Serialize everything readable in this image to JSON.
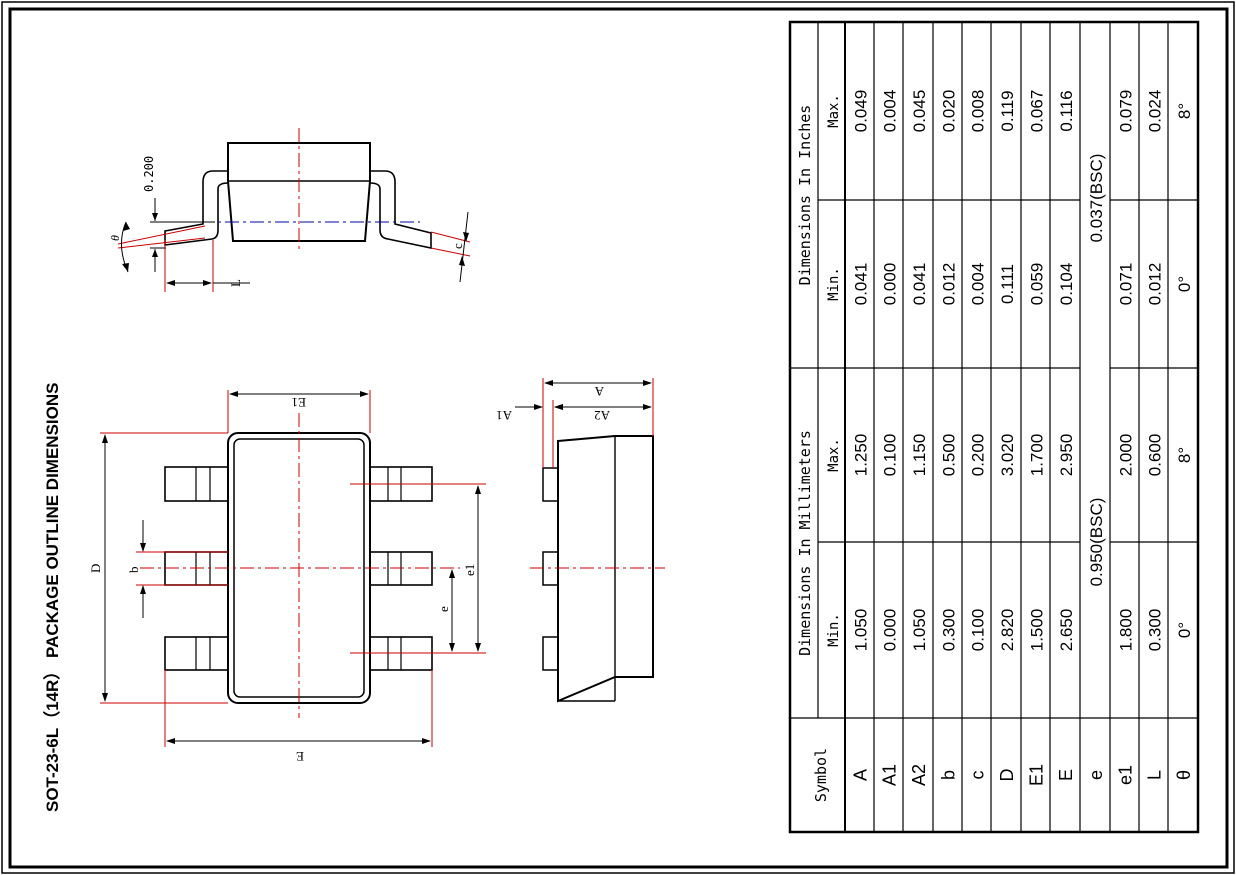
{
  "title": "SOT-23-6L（14R） PACKAGE OUTLINE DIMENSIONS",
  "drawing_labels": {
    "top": {
      "ref_0200": "0.200",
      "theta": "θ",
      "L": "L",
      "c": "c"
    },
    "main": {
      "E1": "E1",
      "D": "D",
      "b": "b",
      "e": "e",
      "e1": "e1",
      "E": "E"
    },
    "side": {
      "A": "A",
      "A1": "A1",
      "A2": "A2"
    }
  },
  "table": {
    "symbol_header": "Symbol",
    "mm_header": "Dimensions In Millimeters",
    "in_header": "Dimensions In Inches",
    "min_label": "Min.",
    "max_label": "Max.",
    "rows": [
      {
        "symbol": "A",
        "mm_min": "1.050",
        "mm_max": "1.250",
        "in_min": "0.041",
        "in_max": "0.049"
      },
      {
        "symbol": "A1",
        "mm_min": "0.000",
        "mm_max": "0.100",
        "in_min": "0.000",
        "in_max": "0.004"
      },
      {
        "symbol": "A2",
        "mm_min": "1.050",
        "mm_max": "1.150",
        "in_min": "0.041",
        "in_max": "0.045"
      },
      {
        "symbol": "b",
        "mm_min": "0.300",
        "mm_max": "0.500",
        "in_min": "0.012",
        "in_max": "0.020"
      },
      {
        "symbol": "c",
        "mm_min": "0.100",
        "mm_max": "0.200",
        "in_min": "0.004",
        "in_max": "0.008"
      },
      {
        "symbol": "D",
        "mm_min": "2.820",
        "mm_max": "3.020",
        "in_min": "0.111",
        "in_max": "0.119"
      },
      {
        "symbol": "E1",
        "mm_min": "1.500",
        "mm_max": "1.700",
        "in_min": "0.059",
        "in_max": "0.067"
      },
      {
        "symbol": "E",
        "mm_min": "2.650",
        "mm_max": "2.950",
        "in_min": "0.104",
        "in_max": "0.116"
      },
      {
        "symbol": "e",
        "mm_bsc": "0.950(BSC)",
        "in_bsc": "0.037(BSC)"
      },
      {
        "symbol": "e1",
        "mm_min": "1.800",
        "mm_max": "2.000",
        "in_min": "0.071",
        "in_max": "0.079"
      },
      {
        "symbol": "L",
        "mm_min": "0.300",
        "mm_max": "0.600",
        "in_min": "0.012",
        "in_max": "0.024"
      },
      {
        "symbol": "θ",
        "mm_min": "0°",
        "mm_max": "8°",
        "in_min": "0°",
        "in_max": "8°"
      }
    ]
  },
  "colors": {
    "outline": "#000000",
    "dimension": "#cc0000",
    "centerline": "#0000aa"
  }
}
